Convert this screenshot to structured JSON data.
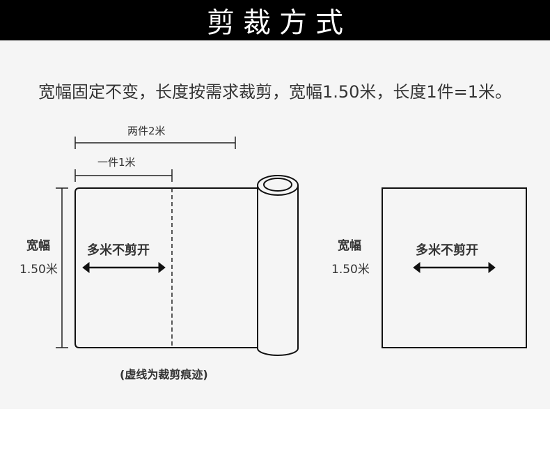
{
  "header": {
    "title": "剪裁方式"
  },
  "subtitle": "宽幅固定不变，长度按需求裁剪，宽幅1.50米，长度1件=1米。",
  "left_diagram": {
    "dim_two": "两件2米",
    "dim_one": "一件1米",
    "width_label": "宽幅",
    "width_value": "1.50米",
    "inner_label": "多米不剪开",
    "note": "(虚线为裁剪痕迹)"
  },
  "right_diagram": {
    "width_label": "宽幅",
    "width_value": "1.50米",
    "inner_label": "多米不剪开"
  },
  "colors": {
    "header_bg": "#000000",
    "header_text": "#ffffff",
    "panel_bg": "#f5f5f5",
    "line": "#111111",
    "text": "#333333"
  },
  "icons": {
    "double-arrow": "↔",
    "fabric-roll": "cylinder"
  }
}
